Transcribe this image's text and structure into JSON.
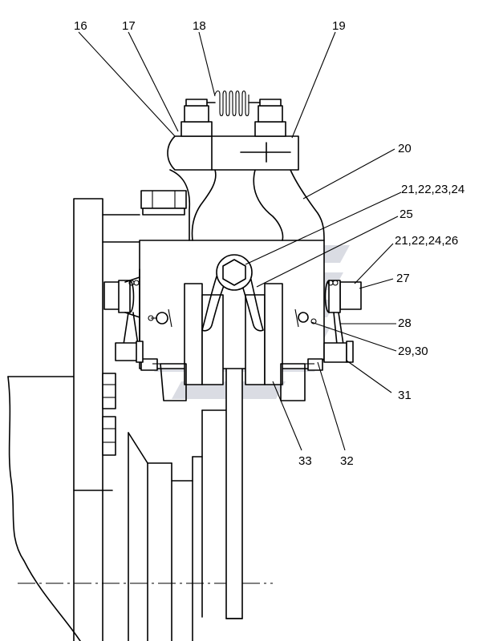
{
  "callouts": {
    "c16": "16",
    "c17": "17",
    "c18": "18",
    "c19": "19",
    "c20": "20",
    "c21a": "21,22,23,24",
    "c25": "25",
    "c21b": "21,22,24,26",
    "c27": "27",
    "c28": "28",
    "c29": "29,30",
    "c31": "31",
    "c32": "32",
    "c33": "33"
  },
  "colors": {
    "line": "#000000",
    "watermark": "#d4d6de",
    "background": "#ffffff"
  },
  "icons": {
    "watermark": "striped-logo-watermark-icon"
  }
}
